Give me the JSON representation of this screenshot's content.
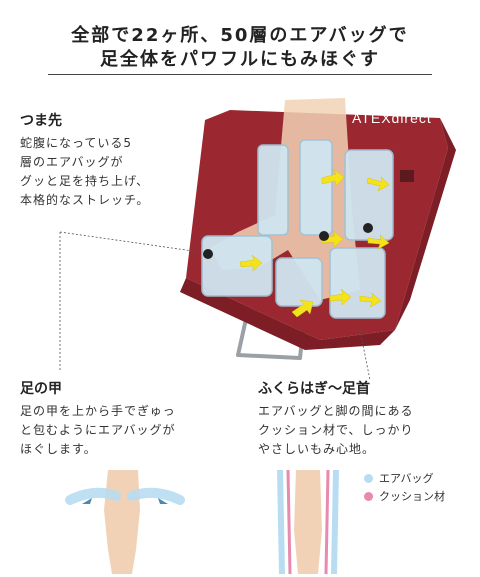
{
  "title": {
    "line1": "全部で22ヶ所、50層のエアバッグで",
    "line2": "足全体をパワフルにもみほぐす"
  },
  "brand": "ATEXdirect",
  "sections": {
    "toe": {
      "heading": "つま先",
      "lines": [
        "蛇腹になっている5",
        "層のエアバッグが",
        "グッと足を持ち上げ、",
        "本格的なストレッチ。"
      ]
    },
    "instep": {
      "heading": "足の甲",
      "lines": [
        "足の甲を上から手でぎゅっ",
        "と包むようにエアバッグが",
        "ほぐします。"
      ]
    },
    "calf": {
      "heading": "ふくらはぎ〜足首",
      "lines": [
        "エアバッグと脚の間にある",
        "クッション材で、しっかり",
        "やさしいもみ心地。"
      ]
    }
  },
  "legend": [
    {
      "label": "エアバッグ",
      "color": "#b8dcf2"
    },
    {
      "label": "クッション材",
      "color": "#e88aae"
    }
  ],
  "colors": {
    "fabric": "#9b2730",
    "fabric_dark": "#7d1d25",
    "airbag": "#cfe5f0",
    "arrow": "#f4e21a",
    "skin": "#f2d2b6"
  }
}
